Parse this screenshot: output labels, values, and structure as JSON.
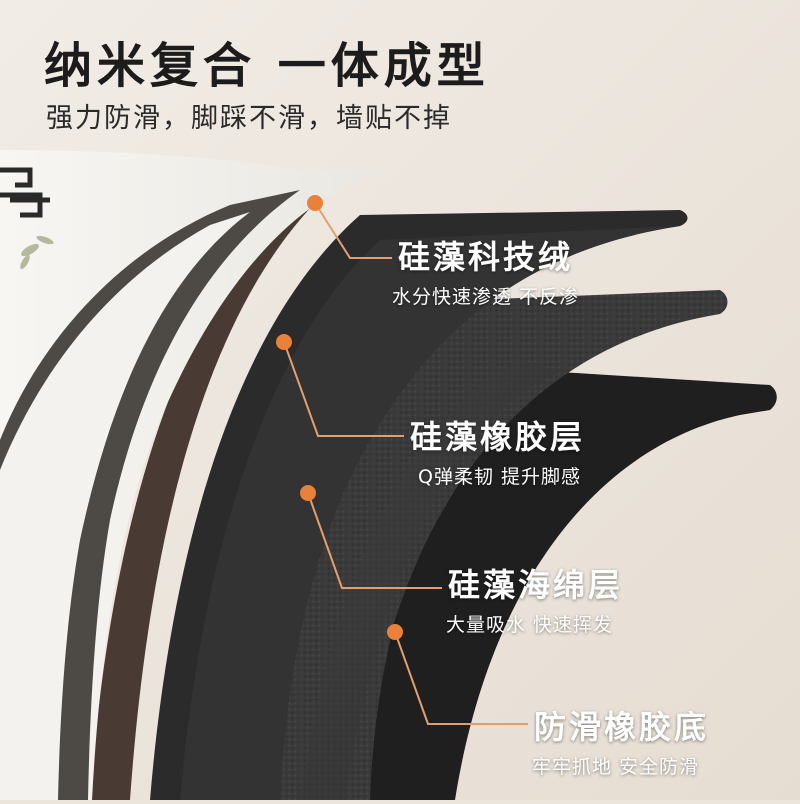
{
  "header": {
    "title": "纳米复合 一体成型",
    "subtitle": "强力防滑，脚踩不滑，墙贴不掉"
  },
  "layers": [
    {
      "name": "硅藻科技绒",
      "desc": "水分快速渗透 不反渗"
    },
    {
      "name": "硅藻橡胶层",
      "desc": "Q弹柔韧 提升脚感"
    },
    {
      "name": "硅藻海绵层",
      "desc": "大量吸水 快速挥发"
    },
    {
      "name": "防滑橡胶底",
      "desc": "牢牢抓地 安全防滑"
    }
  ],
  "colors": {
    "background": "#ece5dc",
    "accent": "#e8823a",
    "leader_line": "#e0a070",
    "title_text": "#1c1c1c"
  }
}
